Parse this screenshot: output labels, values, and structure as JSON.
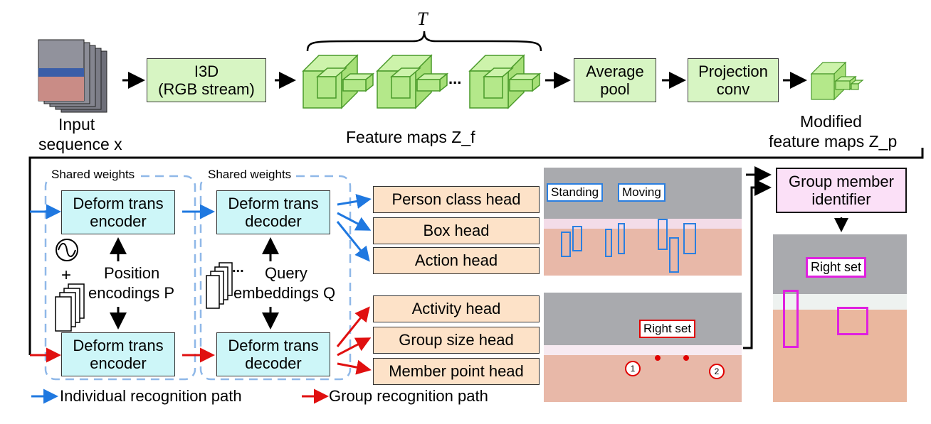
{
  "top": {
    "input_label": [
      "Input",
      "sequence x"
    ],
    "i3d": [
      "I3D",
      "(RGB stream)"
    ],
    "T": "T",
    "ellipsis": "...",
    "feature_maps": "Feature maps Z_f",
    "average_pool": [
      "Average",
      "pool"
    ],
    "projection_conv": [
      "Projection",
      "conv"
    ],
    "modified": [
      "Modified",
      "feature maps Z_p"
    ]
  },
  "middle": {
    "shared1": "Shared weights",
    "shared2": "Shared weights",
    "encoder_top": [
      "Deform trans",
      "encoder"
    ],
    "decoder_top": [
      "Deform trans",
      "decoder"
    ],
    "encoder_bottom": [
      "Deform trans",
      "encoder"
    ],
    "decoder_bottom": [
      "Deform trans",
      "decoder"
    ],
    "plus": "+",
    "position": [
      "Position",
      "encodings P"
    ],
    "query": [
      "Query",
      "embeddings Q"
    ],
    "dots": "..."
  },
  "heads": {
    "person_class": "Person class head",
    "box": "Box head",
    "action": "Action head",
    "activity": "Activity head",
    "group_size": "Group size head",
    "member_point": "Member point head"
  },
  "right": {
    "group_member": [
      "Group member",
      "identifier"
    ],
    "standing": "Standing",
    "moving": "Moving",
    "right_set_1": "Right set",
    "right_set_2": "Right set",
    "point1": "1",
    "point2": "2"
  },
  "legend": {
    "individual": "Individual recognition path",
    "group": "Group recognition path"
  },
  "colors": {
    "individual_path": "#1f78e0",
    "group_path": "#e01010",
    "feature_green": "#b4e88a",
    "head_peach": "#fde2c8",
    "module_cyan": "#cdf6f8"
  }
}
